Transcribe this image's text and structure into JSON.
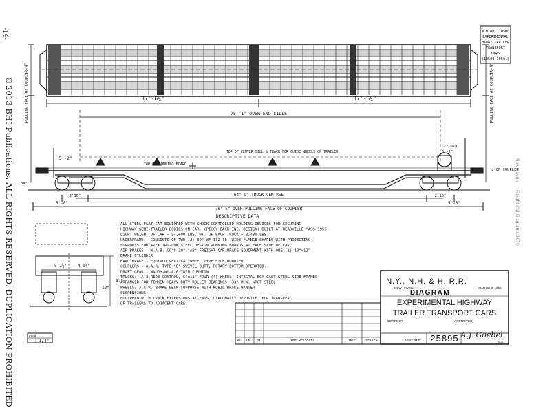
{
  "page_number": "-14-",
  "copyright": "©2013 BHI Publications, ALL RIGHTS RESERVED, DUPLICATION PROHIBITED",
  "right_margin": {
    "a": "New Haven",
    "b": "Freight Car Diagrams 1970"
  },
  "top_box": [
    "W.H.No. 10500",
    "EXPERIMENTAL",
    "HIWAY TRAILER",
    "TRANSPORT",
    "CARS",
    "(10500-10501)"
  ],
  "dimensions": {
    "left_half": "37'-6¼\"",
    "right_half": "37'-6¼\"",
    "over_end_sills": "75'-1\" OVER END SILLS",
    "truck_centres": "64'-9\" TRUCK CENTRES",
    "over_coupler": "78'-5\" OVER PULLING FACE OF COUPLER",
    "end_left": "5'-2\"",
    "wheel_left": "2'10\"",
    "wheel_right": "2'10\"",
    "end_bot_left": "5'-8\"",
    "end_bot_right": "5'-8\"",
    "dia": "22 DIA.",
    "right_small": "3'-2\"",
    "height_left": "9'-4\"",
    "height_right": "9'-4\"",
    "side_left": "PULLING FACE OF COUPLER",
    "side_right": "PULLING FACE OF COUPLER",
    "coupler_height": "34\"",
    "coupler_right": "¢ OF COUPLER",
    "running_board": "TOP OF RUNNING BOARD",
    "center_sill": "TOP OF CENTER SILL & TRACK FOR GUIDE WHEELS ON TRAILER"
  },
  "descriptive_title": "DESCRIPTIVE DATA",
  "descriptive_lines": [
    "ALL STEEL FLAT CAR EQUIPPED WITH SHOCK CONTROLLED HOLDING DEVICES FOR SECURING",
    "HIGHWAY SEMI-TRAILER BODIES ON CAR. (PIGGY BACK INC. DESIGN) BUILT AT READVILLE MASS 1955",
    "LIGHT WEIGHT OF CAR = 54,600 LBS. WT. OF EACH TRUCK = 8,430 LBS.",
    "UNDERFRAME:- CONSISTS OF TWO (2) 30\" WF 132 lb. WIDE FLANGE SHAPES WITH PROJECTING",
    "        SUPPORTS FOR APEX TRI-LOK STEEL DESIGN RUNNING BOARDS AT EACH SIDE OF CAR.",
    "AIR BRAKES - W.A.B. CO'S 10\" \"AB\" FREIGHT CAR BRAKE EQUIPMENT WITH ONE (1) 10\"x12\"",
    "        BRAKE CYLINDER",
    "HAND BRAKE:- EQUIPCO VERTICAL WHEEL TYPE SIDE MOUNTED.",
    "COUPLERS - A.A.R. TYPE \"E\" SWIVEL BUTT, ROTARY BOTTOM OPERATED.",
    "DRAFT GEAR - WAUGH-WM-A-6 TWIN CUSHION",
    "TRUCKS:- A-3 RIDE CONTROL, 6\"x11\" FOUR (4) WHEEL, INTEGRAL BOX CAST STEEL SIDE FRAMES",
    "        ARRANGED FOR TIMKEN HEAVY DUTY ROLLER BEARINGS, 33\" M.W. WROT STEEL",
    "        WHEELS, A.A.R. BRAKE BEAM SUPPORTS WITH MOBIL BRAKE HANGER",
    "        SUSPENSIONS.",
    "EQUIPPED WITH TRACK EXTENSIONS AT ENDS, DIAGONALLY OPPOSITE, FOR TRANSFER",
    "        OF TRAILERS TO ADJACENT CARS."
  ],
  "section_dims": {
    "a": "5-2¼\"",
    "b": "4-9¾\"",
    "c": "42\"",
    "d": "12\""
  },
  "scale_box": {
    "label": "TRUCK",
    "value": "1/4\""
  },
  "title_block": {
    "railroad": "N.Y., N.H. & H. R.R.",
    "city": "NEW HAVEN",
    "date": "MARCH 9, 1956",
    "diagram": "DIAGRAM",
    "line1": "EXPERIMENTAL HIGHWAY",
    "line2": "TRAILER TRANSPORT CARS",
    "correct": "CORRECT",
    "approved": "APPROVED",
    "asst": "ASST. M.E.",
    "me": "M.E.",
    "drawing_no": "25895",
    "signature": "A.J. Goebel"
  },
  "revision_headers": {
    "no": "NO.",
    "ck": "CK.",
    "by": "BY",
    "why": "WHY REISSUED",
    "date": "DATE",
    "letter": "LETTER"
  }
}
